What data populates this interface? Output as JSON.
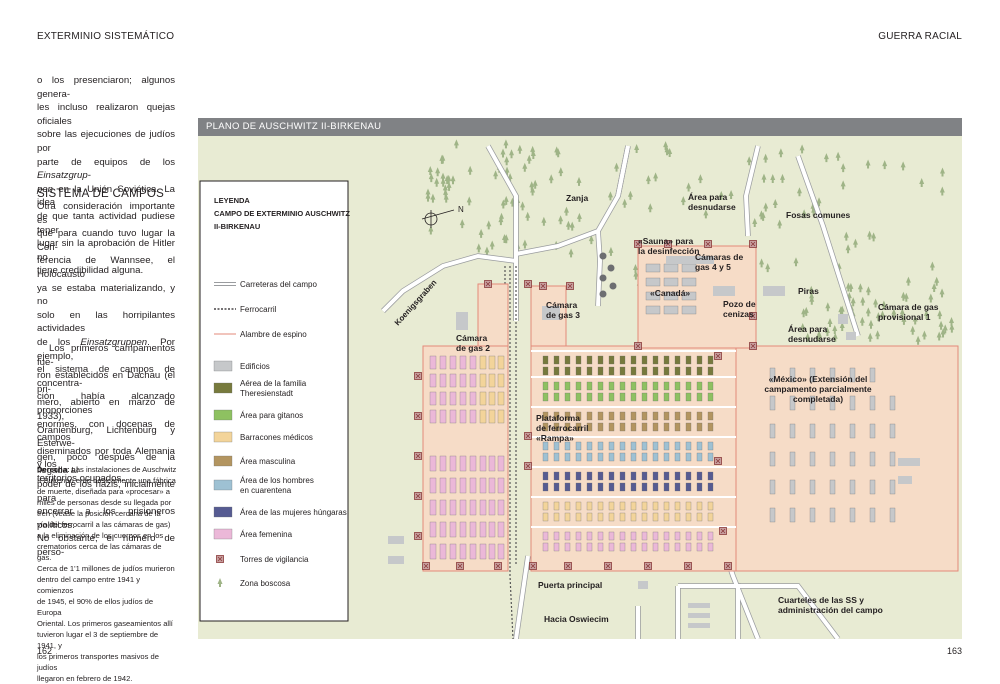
{
  "header": {
    "left": "EXTERMINIO SISTEMÁTICO",
    "right": "GUERRA RACIAL"
  },
  "page_numbers": {
    "left": "162",
    "right": "163"
  },
  "body": {
    "para1": [
      "o los presenciaron; algunos genera-",
      "les incluso realizaron quejas oficiales",
      "sobre las ejecuciones de judíos por",
      "parte de equipos de los Einsatzgrup-",
      "pen en la Unión Soviética. La idea",
      "de que tanta actividad pudiese tener",
      "lugar sin la aprobación de Hitler no",
      "tiene credibilidad alguna."
    ],
    "section_heading": "SISTEMA DE CAMPOS",
    "para2": [
      "Otra consideración importante es",
      "que para cuando tuvo lugar la Con-",
      "ferencia de Wannsee, el Holocausto",
      "ya se estaba materializando, y no",
      "solo en las horripilantes actividades",
      "de los Einsatzgruppen. Por ejemplo,",
      "el sistema de campos de concentra-",
      "ción había alcanzado proporciones",
      "enormes, con docenas de campos",
      "diseminados por toda Alemania y los",
      "territorios ocupados."
    ],
    "para3": [
      "Los primeros campamentos fue-",
      "ron establecidos en Dachau (el pri-",
      "mero, abierto en marzo de 1933),",
      "Oranienburg, Lichtenburg y Esterwe-",
      "gen, poco después de la llegada al",
      "poder de los nazis, inicialmente para",
      "encerrar a los prisioneros políticos.",
      "No obstante, el número de perso-"
    ]
  },
  "caption": {
    "lead": "Derecha:",
    "lines": [
      " Las instalaciones de Auschwitz",
      "II-Birkenau eran básicamente una fábrica",
      "de muerte, diseñada para «procesar» a",
      "miles de personas desde su llegada por",
      "tren (véase la posición cercana de la",
      "vía del ferrocarril a las cámaras de gas)",
      "a la eliminación de los cuerpos en los",
      "crematorios cerca de las cámaras de gas.",
      "Cerca de 1'1 millones de judíos murieron",
      "dentro del campo entre 1941 y comienzos",
      "de 1945, el 90% de ellos judíos de Europa",
      "Oriental. Los primeros gaseamientos allí",
      "tuvieron lugar el 3 de septiembre de 1941, y",
      "los primeros transportes masivos de judíos",
      "llegaron en febrero de 1942."
    ]
  },
  "map": {
    "title": "PLANO DE AUSCHWITZ II-BIRKENAU",
    "north": "N",
    "legend": {
      "title_lines": [
        "LEYENDA",
        "CAMPO DE EXTERMINIO AUSCHWITZ",
        "II-BIRKENAU"
      ],
      "lines": [
        {
          "label": "Carreteras del campo",
          "style": "road"
        },
        {
          "label": "Ferrocarril",
          "style": "rail"
        },
        {
          "label": "Alambre de espino",
          "style": "wire"
        }
      ],
      "items": [
        {
          "label": "Edificios",
          "color": "#c6c8ca"
        },
        {
          "label": "Aérea de la familia",
          "label2": "Theresienstadt",
          "color": "#777a3d"
        },
        {
          "label": "Área para gitanos",
          "color": "#8ec161"
        },
        {
          "label": "Barracones médicos",
          "color": "#f3d49a"
        },
        {
          "label": "Área masculina",
          "color": "#b39560"
        },
        {
          "label": "Área de los hombres",
          "label2": "en cuarentena",
          "color": "#9ec1d3"
        },
        {
          "label": "Área de las mujeres húngaras",
          "color": "#565b92"
        },
        {
          "label": "Área femenina",
          "color": "#ebb8d8"
        },
        {
          "label": "Torres de vigilancia",
          "icon": "tower"
        },
        {
          "label": "Zona boscosa",
          "icon": "tree"
        }
      ]
    },
    "labels": {
      "zanja": "Zanja",
      "desnudarse1": [
        "Área para",
        "desnudarse"
      ],
      "fosas": "Fosas comunes",
      "sauna": [
        "«Sauna» para",
        "la desinfección"
      ],
      "camaras45": [
        "Cámaras de",
        "gas 4 y 5"
      ],
      "canada": "«Canadá»",
      "pozo": [
        "Pozo de",
        "cenizas"
      ],
      "piras": "Piras",
      "provisional": [
        "Cámara de gas",
        "provisional 1"
      ],
      "desnudarse2": [
        "Área para",
        "desnudarse"
      ],
      "camara3": [
        "Cámara",
        "de gas 3"
      ],
      "camara2": [
        "Cámara",
        "de gas 2"
      ],
      "koenig": "Koenigsgraben",
      "mexico": [
        "«México» (Extensión del",
        "campamento parcialmente",
        "completada)"
      ],
      "plataforma": [
        "Plataforma",
        "de ferrocarril",
        "«Rampa»"
      ],
      "puerta": "Puerta principal",
      "oswiecim": "Hacia Oswiecim",
      "cuarteles": [
        "Cuarteles de las SS y",
        "administración del campo"
      ]
    }
  }
}
